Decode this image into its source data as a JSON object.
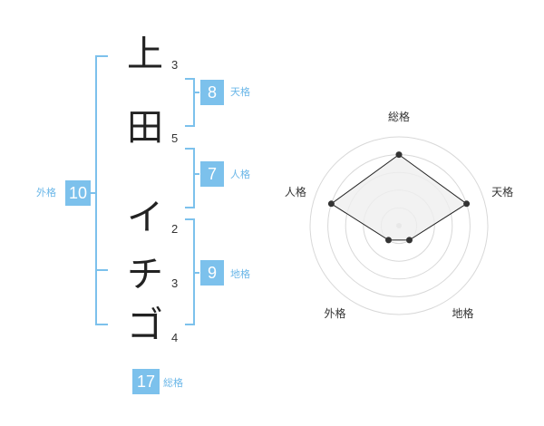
{
  "name": {
    "characters": [
      {
        "char": "上",
        "strokes": "3"
      },
      {
        "char": "田",
        "strokes": "5"
      },
      {
        "char": "イ",
        "strokes": "2"
      },
      {
        "char": "チ",
        "strokes": "3"
      },
      {
        "char": "ゴ",
        "strokes": "4"
      }
    ]
  },
  "scores": {
    "tenkaku": {
      "label": "天格",
      "value": "8"
    },
    "jinkaku": {
      "label": "人格",
      "value": "7"
    },
    "chikaku": {
      "label": "地格",
      "value": "9"
    },
    "gaikaku": {
      "label": "外格",
      "value": "10"
    },
    "soukaku": {
      "label": "総格",
      "value": "17"
    }
  },
  "colors": {
    "accent": "#7cc1ec",
    "accent_text": "#6bb7e8",
    "radar_fill": "#efefef",
    "ring": "#d8d8d8",
    "point": "#333333",
    "center_dot": "#cccccc"
  },
  "chart_data": {
    "type": "radar",
    "axes": [
      "総格",
      "天格",
      "地格",
      "外格",
      "人格"
    ],
    "values": [
      4,
      4,
      1,
      1,
      4
    ],
    "rmax": 5
  }
}
